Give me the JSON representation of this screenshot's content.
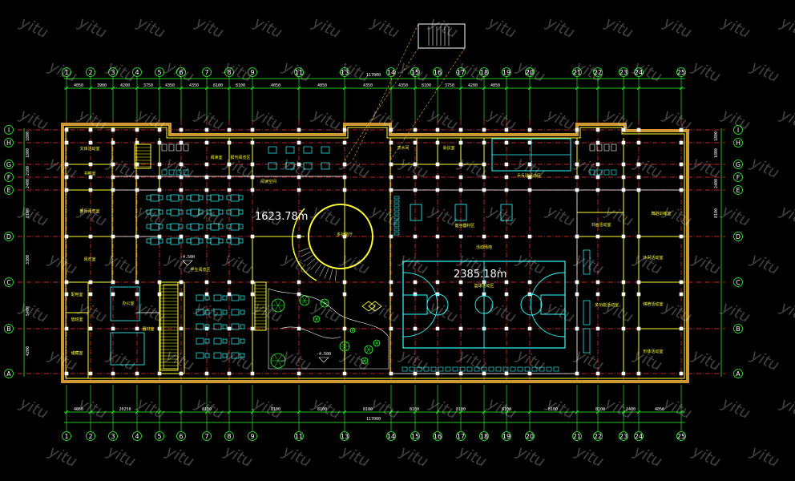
{
  "colors": {
    "background": "#000000",
    "grid": "#ff3333",
    "dimension": "#33ff33",
    "wall": "#ffff33",
    "outer_wall": "#cc9933",
    "furniture": "#33ffff",
    "landscape": "#33ff33",
    "text": "#ffffff",
    "watermark": "rgba(255,255,255,0.25)"
  },
  "watermark_text": "yitu",
  "grid_columns": [
    "1",
    "2",
    "3",
    "4",
    "5",
    "6",
    "7",
    "8",
    "9",
    "11",
    "13",
    "14",
    "15",
    "16",
    "17",
    "18",
    "19",
    "20",
    "21",
    "22",
    "23",
    "24",
    "25"
  ],
  "grid_rows": [
    "I",
    "H",
    "G",
    "F",
    "E",
    "D",
    "C",
    "B",
    "A"
  ],
  "top_dims": [
    "4050",
    "3900",
    "4200",
    "3750",
    "4350",
    "4350",
    "8100",
    "8100",
    "4050",
    "4050",
    "4350",
    "4350",
    "8100",
    "3750",
    "4200",
    "4050"
  ],
  "bottom_dims": [
    "4050",
    "20250",
    "8100",
    "8100",
    "8100",
    "8100",
    "8100",
    "8100",
    "8100",
    "8100",
    "8100",
    "2400",
    "4050"
  ],
  "overall_dim": "117000",
  "left_dims": [
    "1800",
    "1800",
    "2100",
    "2400",
    "8100",
    "3300",
    "5400",
    "4200"
  ],
  "right_dims": [
    "1800",
    "1800",
    "2400",
    "8100"
  ],
  "areas": {
    "left_hall": "1623.78m",
    "sports_hall": "2385.18m",
    "superscript": "2"
  },
  "elevations": [
    "-4.500",
    "-4.500"
  ],
  "rooms": {
    "r1": "文体活动室",
    "r2": "书吧室",
    "r3": "教师阅览室",
    "r4": "阅览室",
    "r5": "阅读空间",
    "r6": "学生阅览区",
    "r7": "阅读室",
    "r8": "报刊阅览区",
    "r9": "多功能厅",
    "r10": "活动场地",
    "r11": "篮球活动区",
    "r12": "乒乓球活动区",
    "r13": "健身器材区",
    "r14": "舞蹈训练室",
    "r15": "休闲活动室",
    "r16": "棋牌活动室",
    "r17": "形体活动室",
    "r18": "书画活动室",
    "r19": "多功能活动室",
    "r20": "器材室",
    "r21": "办公室",
    "r22": "配电室",
    "r23": "值班室",
    "r24": "储藏室",
    "r25": "茶水间",
    "r26": "会议室"
  }
}
